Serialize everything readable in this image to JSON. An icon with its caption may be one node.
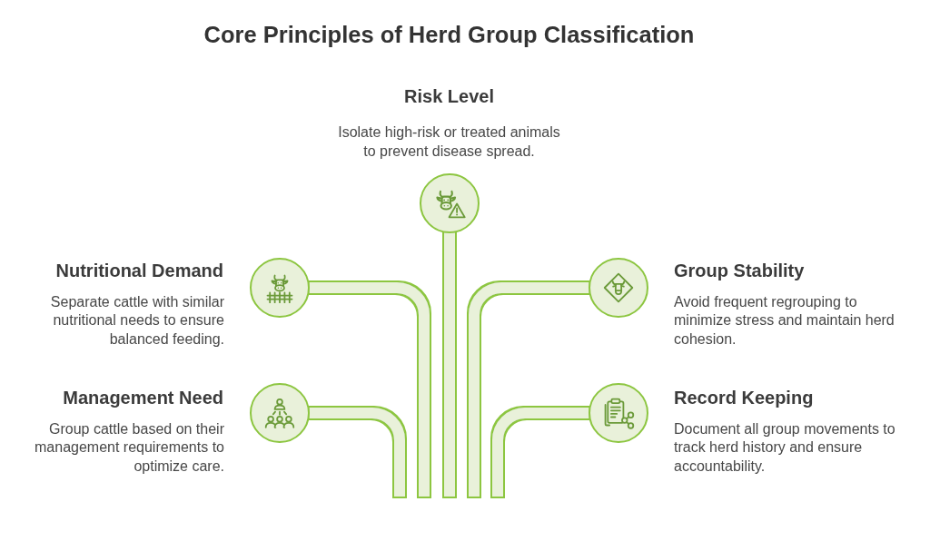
{
  "diagram": {
    "title": "Core Principles of Herd Group Classification",
    "nodes": [
      {
        "text": [],
        "shape": "circle",
        "beside": [
          "Risk Level",
          "Isolate high-risk or treated animals to prevent disease spread."
        ]
      },
      {
        "text": [],
        "shape": "circle",
        "beside": [
          "Nutritional Demand",
          "Separate cattle with similar nutritional needs to ensure balanced feeding."
        ]
      },
      {
        "text": [],
        "shape": "circle",
        "beside": [
          "Group Stability",
          "Avoid frequent regrouping to minimize stress and maintain herd cohesion."
        ]
      },
      {
        "text": [],
        "shape": "circle",
        "beside": [
          "Management Need",
          "Group cattle based on their management requirements to optimize care."
        ]
      },
      {
        "text": [],
        "shape": "circle",
        "beside": [
          "Record Keeping",
          "Document all group movements to track herd history and ensure accountability."
        ]
      }
    ],
    "edges": [
      {
        "from": 0,
        "to": null,
        "arrow": "none"
      },
      {
        "from": 1,
        "to": null,
        "arrow": "none"
      },
      {
        "from": 2,
        "to": null,
        "arrow": "none"
      },
      {
        "from": 3,
        "to": null,
        "arrow": "none"
      },
      {
        "from": 4,
        "to": null,
        "arrow": "none"
      }
    ]
  }
}
